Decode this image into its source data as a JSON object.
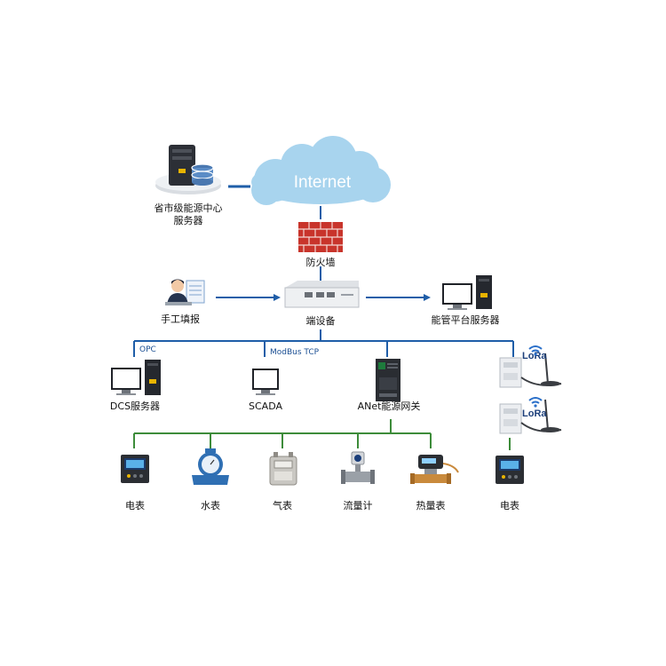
{
  "cloud": {
    "label": "Internet"
  },
  "nodes": {
    "provincial_server": {
      "label_line1": "省市级能源中心",
      "label_line2": "服务器"
    },
    "firewall": {
      "label": "防火墙"
    },
    "manual_report": {
      "label": "手工填报"
    },
    "edge_device": {
      "label": "端设备"
    },
    "energy_platform": {
      "label": "能管平台服务器"
    },
    "dcs_server": {
      "label": "DCS服务器"
    },
    "scada": {
      "label": "SCADA"
    },
    "anet_gateway": {
      "label": "ANet能源网关"
    },
    "lora_1": {
      "label": "LoRa"
    },
    "lora_2": {
      "label": "LoRa"
    }
  },
  "protocols": {
    "opc": "OPC",
    "modbus": "ModBus TCP"
  },
  "meters": [
    {
      "label": "电表",
      "icon": "electric-meter-icon"
    },
    {
      "label": "水表",
      "icon": "water-meter-icon"
    },
    {
      "label": "气表",
      "icon": "gas-meter-icon"
    },
    {
      "label": "流量计",
      "icon": "flow-meter-icon"
    },
    {
      "label": "热量表",
      "icon": "heat-meter-icon"
    },
    {
      "label": "电表",
      "icon": "electric-meter-icon"
    }
  ],
  "colors": {
    "blue_line": "#1f5ea8",
    "green_line": "#3d8c3a",
    "cloud": "#a8d4ee",
    "brick": "#c8342b"
  }
}
